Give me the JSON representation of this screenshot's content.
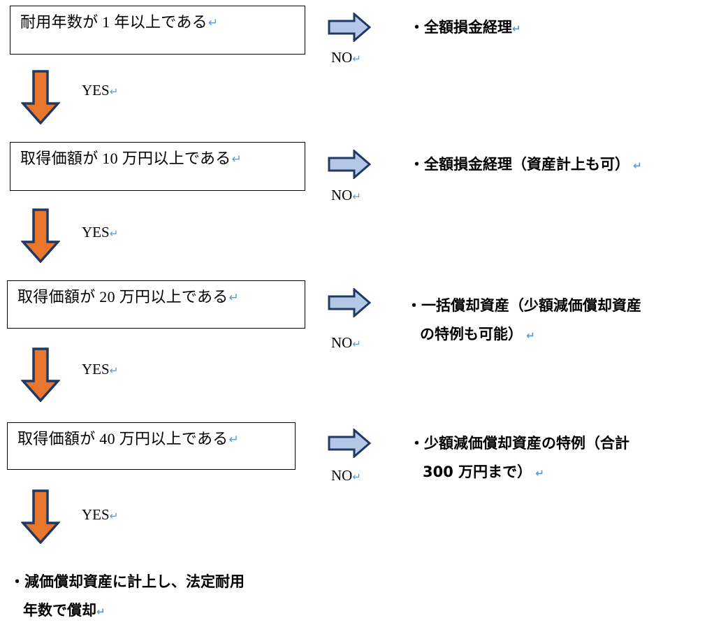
{
  "document": {
    "title": "減価償却判定フローチャート",
    "type": "flowchart"
  },
  "colors": {
    "down_arrow_fill": "#E8762C",
    "down_arrow_stroke": "#1F3864",
    "right_arrow_fill": "#B4C7E7",
    "right_arrow_stroke": "#1F3864",
    "box_border": "#000000",
    "return_mark": "#5B9BD5",
    "text": "#000000",
    "background": "#FFFFFF"
  },
  "symbols": {
    "return_mark": "↵",
    "bullet": "・"
  },
  "steps": [
    {
      "id": "step1",
      "question": "耐用年数が 1 年以上である",
      "yes_label": "YES",
      "no_label": "NO",
      "no_outcome": [
        "・全額損金経理"
      ],
      "down_arrow": "orange-down-arrow",
      "right_arrow": "blue-right-arrow"
    },
    {
      "id": "step2",
      "question": "取得価額が 10 万円以上である",
      "yes_label": "YES",
      "no_label": "NO",
      "no_outcome": [
        "・全額損金経理（資産計上も可）"
      ],
      "down_arrow": "orange-down-arrow",
      "right_arrow": "blue-right-arrow"
    },
    {
      "id": "step3",
      "question": "取得価額が 20 万円以上である",
      "yes_label": "YES",
      "no_label": "NO",
      "no_outcome": [
        "・一括償却資産（少額減価償却資産",
        "の特例も可能）"
      ],
      "down_arrow": "orange-down-arrow",
      "right_arrow": "blue-right-arrow"
    },
    {
      "id": "step4",
      "question": "取得価額が 40 万円以上である",
      "yes_label": "YES",
      "no_label": "NO",
      "no_outcome": [
        "・少額減価償却資産の特例（合計",
        "300 万円まで）"
      ],
      "down_arrow": "orange-down-arrow",
      "right_arrow": "blue-right-arrow"
    }
  ],
  "final_outcome": {
    "lines": [
      "・減価償却資産に計上し、法定耐用",
      "年数で償却"
    ]
  }
}
